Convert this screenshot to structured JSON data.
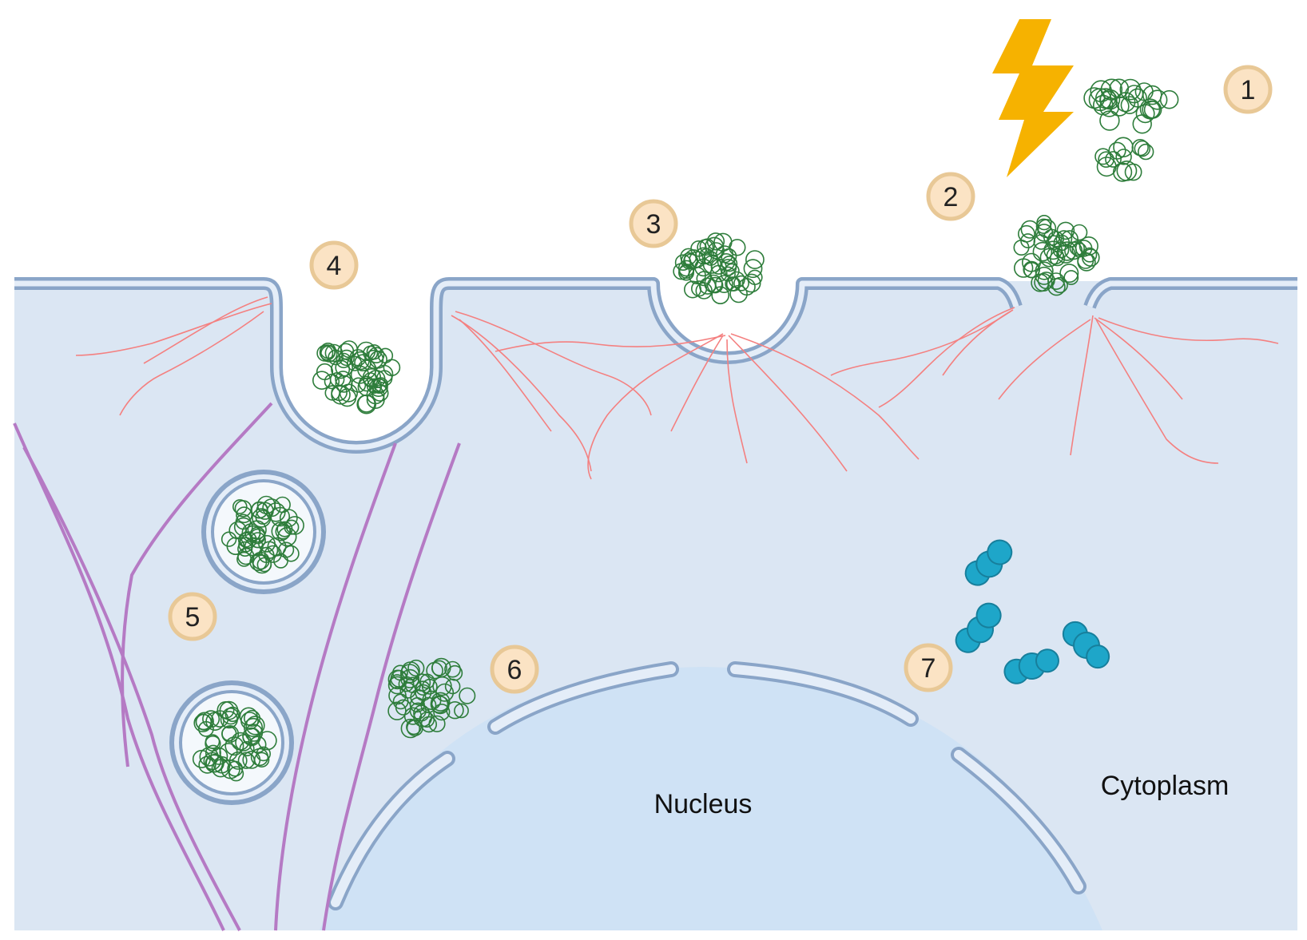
{
  "labels": {
    "nucleus": "Nucleus",
    "cytoplasm": "Cytoplasm"
  },
  "steps": [
    "1",
    "2",
    "3",
    "4",
    "5",
    "6",
    "7"
  ],
  "colors": {
    "cytoplasm": "#dbe6f3",
    "nucleus": "#cfe2f5",
    "membrane": "#8aa5c8",
    "membrane_core": "#dbe6f3",
    "particle": "#2e7d3b",
    "actin": "#f48080",
    "microtubule": "#b57ac4",
    "badge_fill": "#fbe3c4",
    "badge_stroke": "#e8c896",
    "lightning": "#f6b200",
    "protein": "#1ea6c9"
  },
  "icons": {
    "stimulus": "lightning-bolt-icon",
    "protein": "protein-molecule-icon"
  }
}
